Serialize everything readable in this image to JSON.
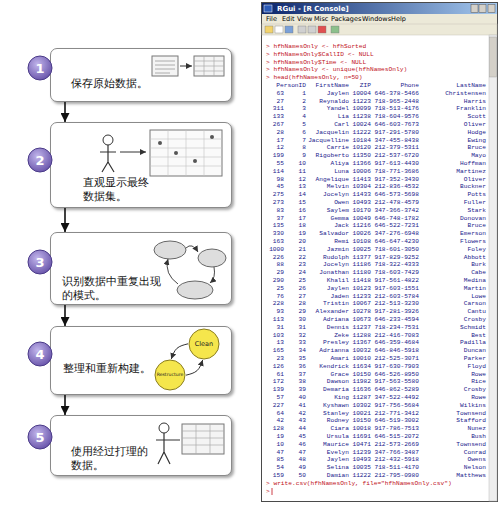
{
  "diagram": {
    "nodes": [
      {
        "text": [
          "1"
        ]
      },
      {
        "text": [
          "保存原始数据。"
        ]
      },
      {
        "text": [
          "2"
        ]
      },
      {
        "text": [
          "直观显示最终数据集。"
        ]
      },
      {
        "text": [
          "3"
        ]
      },
      {
        "text": [
          "识别数据中重复出现的模式。"
        ]
      },
      {
        "text": [
          "4"
        ]
      },
      {
        "text": [
          "整理和重新构建。"
        ]
      },
      {
        "text": [
          "Clean"
        ],
        "in": 7
      },
      {
        "text": [
          "Restructure"
        ],
        "in": 7
      },
      {
        "text": [
          "5"
        ]
      },
      {
        "text": [
          "使用经过打理的数据。"
        ]
      }
    ],
    "edges": [
      {
        "from": 1,
        "to": 3,
        "arrow": "to"
      },
      {
        "from": 3,
        "to": 5,
        "arrow": "to"
      },
      {
        "from": 5,
        "to": 7,
        "arrow": "to"
      },
      {
        "from": 7,
        "to": 11,
        "arrow": "to"
      },
      {
        "from": 8,
        "to": 9,
        "arrow": "to"
      },
      {
        "from": 9,
        "to": 8,
        "arrow": "to"
      }
    ],
    "labels": [
      "RGui - [R Console]",
      "File",
      "Edit",
      "View",
      "Misc",
      "Packages",
      "Windows",
      "Help",
      "> hfhNamesOnly <- hfhSorted",
      "> hfhNamesOnly$CallID <- NULL",
      "> hfhNamesOnly$Time <- NULL",
      "> hfhNamesOnly <- unique(hfhNamesOnly)",
      "> head(hfhNamesOnly, n=50)",
      "PersonID",
      "FirstName",
      "ZIP",
      "Phone",
      "LastName",
      "63",
      "1",
      "Jaylen",
      "10004",
      "646-378-5466",
      "Christensen",
      "27",
      "2",
      "Reynaldo",
      "11223",
      "718-965-2448",
      "Harris",
      "311",
      "3",
      "Yandel",
      "10099",
      "718-513-4176",
      "Franklin",
      "133",
      "4",
      "Lia",
      "11238",
      "718-604-9576",
      "Scott",
      "267",
      "5",
      "Carl",
      "10024",
      "646-603-7673",
      "Oliver",
      "28",
      "6",
      "Jacquelin",
      "11222",
      "917-291-5780",
      "Hodge",
      "17",
      "7",
      "Jacquelline",
      "10184",
      "347-455-8438",
      "Ewing",
      "12",
      "8",
      "Carrie",
      "10120",
      "212-379-5311",
      "Bruce",
      "199",
      "9",
      "Rigoberto",
      "11350",
      "212-537-6720",
      "Mayo",
      "55",
      "10",
      "Aliya",
      "11366",
      "917-613-4430",
      "Hoffman",
      "114",
      "11",
      "Luna",
      "10006",
      "718-771-3686",
      "Martinez",
      "98",
      "12",
      "Angelique",
      "11413",
      "917-352-3430",
      "Oliver",
      "45",
      "13",
      "Melvin",
      "10304",
      "212-836-4532",
      "Buckner",
      "275",
      "14",
      "Jocelyn",
      "11433",
      "646-573-5698",
      "Potts",
      "273",
      "15",
      "Owen",
      "10493",
      "212-478-4579",
      "Fuller",
      "83",
      "16",
      "Saylem",
      "10170",
      "347-366-3742",
      "Stark",
      "37",
      "17",
      "Gemma",
      "10049",
      "646-748-1782",
      "Donovan",
      "135",
      "18",
      "Jack",
      "11216",
      "646-522-7231",
      "Bruce",
      "330",
      "19",
      "Salvador",
      "10026",
      "347-276-6948",
      "Emerson",
      "163",
      "20",
      "Remi",
      "10108",
      "646-647-4230",
      "Flowers",
      "1000",
      "21",
      "Jazmin",
      "10025",
      "718-601-3050",
      "Foley",
      "226",
      "22",
      "Rudolph",
      "11377",
      "917-829-9252",
      "Abbott",
      "88",
      "23",
      "Jocelyn",
      "11186",
      "718-322-4333",
      "Burk",
      "29",
      "24",
      "Jonathan",
      "11180",
      "718-603-7429",
      "Cabe",
      "290",
      "25",
      "Khalil",
      "11418",
      "917-561-4822",
      "Medina",
      "25",
      "26",
      "Jaylen",
      "10123",
      "917-603-1551",
      "Martin",
      "76",
      "27",
      "Jaden",
      "11233",
      "212-603-5784",
      "Lowe",
      "228",
      "28",
      "Tristin",
      "10067",
      "212-513-3230",
      "Carson",
      "93",
      "29",
      "Alexander",
      "10278",
      "917-281-3926",
      "Cantu",
      "113",
      "30",
      "Adriana",
      "10673",
      "646-233-4594",
      "Crosby",
      "31",
      "31",
      "Dennis",
      "11237",
      "718-234-7531",
      "Schmidt",
      "103",
      "32",
      "Zeke",
      "11288",
      "212-416-7083",
      "Best",
      "13",
      "33",
      "Presley",
      "11367",
      "646-359-4684",
      "Padilla",
      "165",
      "34",
      "Adrianna",
      "10032",
      "646-846-5918",
      "Duncan",
      "23",
      "35",
      "Amari",
      "10010",
      "212-525-3071",
      "Parker",
      "126",
      "36",
      "Kendrick",
      "11634",
      "917-630-7903",
      "Floyd",
      "61",
      "37",
      "Grace",
      "10150",
      "646-526-8950",
      "Rowe",
      "172",
      "38",
      "Dawson",
      "11982",
      "917-563-5580",
      "Rice",
      "139",
      "39",
      "Demaria",
      "11636",
      "646-862-5289",
      "Crosby",
      "57",
      "40",
      "King",
      "11287",
      "347-522-4492",
      "Rowe",
      "227",
      "41",
      "Kyshawn",
      "10302",
      "917-756-5684",
      "Wilkins",
      "64",
      "42",
      "Stanley",
      "10021",
      "212-771-3412",
      "Townsend",
      "42",
      "43",
      "Rodney",
      "10150",
      "646-519-3002",
      "Stafford",
      "128",
      "44",
      "Ciara",
      "10018",
      "917-786-7513",
      "Nunez",
      "19",
      "45",
      "Ursula",
      "11691",
      "646-515-2072",
      "Bush",
      "10",
      "46",
      "Maurice",
      "10471",
      "212-573-2669",
      "Townsend",
      "47",
      "47",
      "Evelyn",
      "11239",
      "347-766-3487",
      "Conrad",
      "85",
      "48",
      "Jaylen",
      "10493",
      "212-432-5918",
      "Owens",
      "54",
      "49",
      "Selina",
      "10035",
      "718-511-4170",
      "Nelson",
      "159",
      "50",
      "Damian",
      "11222",
      "212-795-0980",
      "Matthews",
      "> write.csv(hfhNamesOnly, file=\"hfhNamesOnly.csv\")",
      ">"
    ]
  }
}
